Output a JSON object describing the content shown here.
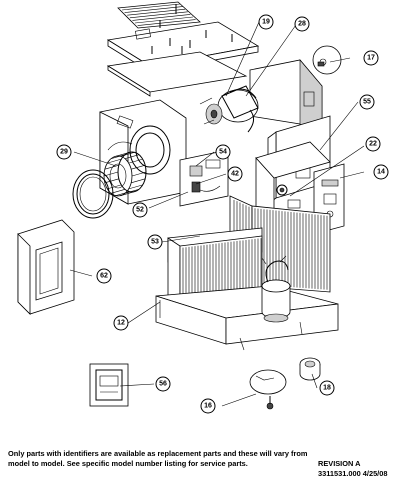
{
  "callouts": [
    {
      "id": "c19",
      "label": "19"
    },
    {
      "id": "c28",
      "label": "28"
    },
    {
      "id": "c17",
      "label": "17"
    },
    {
      "id": "c55",
      "label": "55"
    },
    {
      "id": "c29",
      "label": "29"
    },
    {
      "id": "c54",
      "label": "54"
    },
    {
      "id": "c22",
      "label": "22"
    },
    {
      "id": "c42",
      "label": "42"
    },
    {
      "id": "c14",
      "label": "14"
    },
    {
      "id": "c52",
      "label": "52"
    },
    {
      "id": "c53",
      "label": "53"
    },
    {
      "id": "c62",
      "label": "62"
    },
    {
      "id": "c12",
      "label": "12"
    },
    {
      "id": "c56",
      "label": "56"
    },
    {
      "id": "c18",
      "label": "18"
    },
    {
      "id": "c16",
      "label": "16"
    }
  ],
  "footer": {
    "note": "Only parts with identifiers are available as replacement parts and these will vary from model to model. See specific model number listing for service parts.",
    "revision_label": "REVISION A",
    "document_number": "3311531.000 4/25/08"
  }
}
